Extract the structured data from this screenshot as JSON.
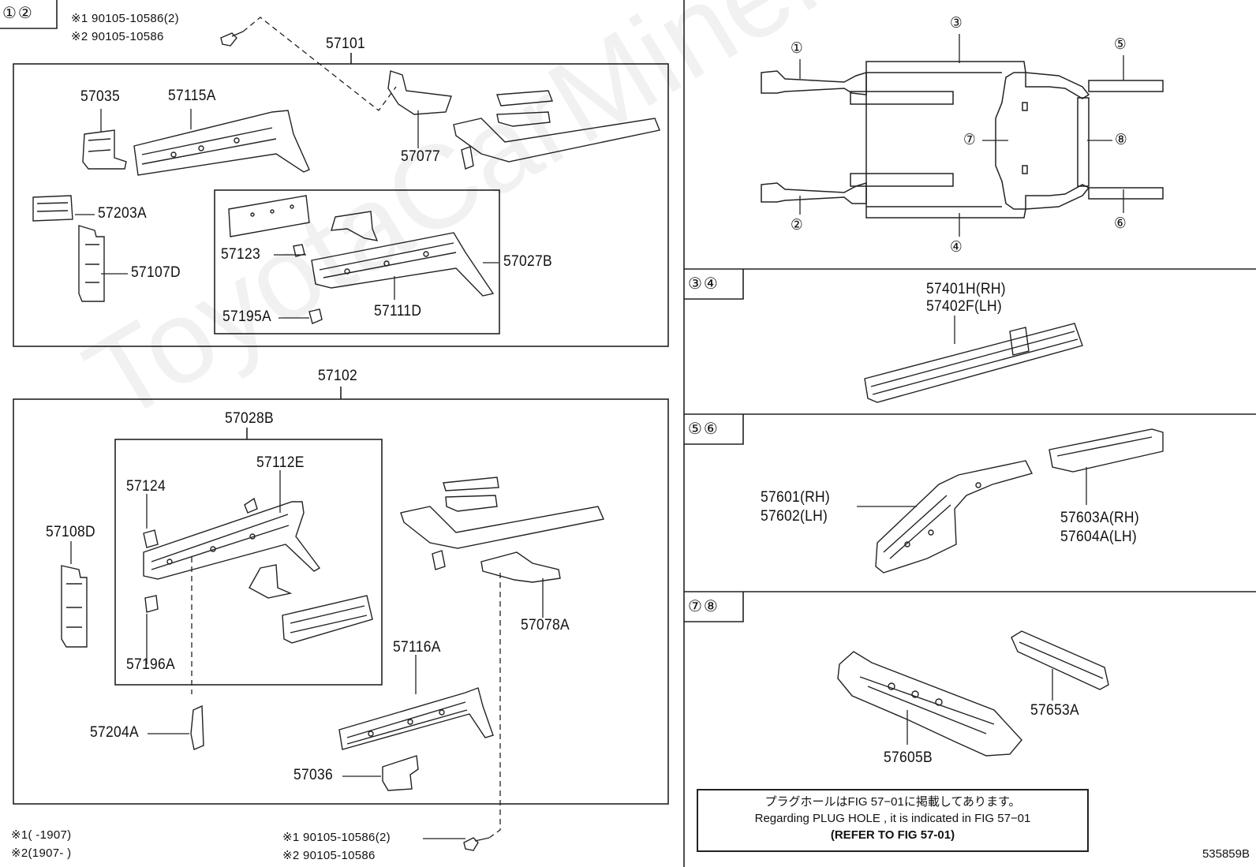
{
  "panels": {
    "p12": {
      "header": "①②",
      "bolt_top": [
        "※1 90105-10586(2)",
        "※2 90105-10586"
      ],
      "group1": {
        "id": "57101",
        "parts": [
          "57035",
          "57115A",
          "57077",
          "57203A",
          "57107D"
        ],
        "sub": {
          "id": "57027B",
          "parts": [
            "57123",
            "57195A",
            "57111D"
          ]
        }
      },
      "group2": {
        "id": "57102",
        "parts": [
          "57108D",
          "57078A",
          "57116A",
          "57204A",
          "57036"
        ],
        "sub": {
          "id": "57028B",
          "parts": [
            "57112E",
            "57124",
            "57196A"
          ]
        }
      },
      "footnotes": [
        "※1(    -1907)",
        "※2(1907-    )"
      ],
      "bolt_bottom": [
        "※1 90105-10586(2)",
        "※2 90105-10586"
      ]
    },
    "overview": {
      "callouts": [
        "①",
        "②",
        "③",
        "④",
        "⑤",
        "⑥",
        "⑦",
        "⑧"
      ]
    },
    "p34": {
      "header": "③④",
      "labels": [
        "57401H(RH)",
        "57402F(LH)"
      ]
    },
    "p56": {
      "header": "⑤⑥",
      "labels": [
        "57601(RH)",
        "57602(LH)",
        "57603A(RH)",
        "57604A(LH)"
      ]
    },
    "p78": {
      "header": "⑦⑧",
      "labels": [
        "57653A",
        "57605B"
      ]
    },
    "note": {
      "line1": "プラグホールはFIG 57−01に掲載してあります。",
      "line2": "Regarding  PLUG  HOLE , it is indicated in FIG  57−01",
      "line3": "(REFER TO FIG 57-01)"
    }
  },
  "watermark": "ToyotaCarMiner.ru",
  "drawing_code": "535859B"
}
